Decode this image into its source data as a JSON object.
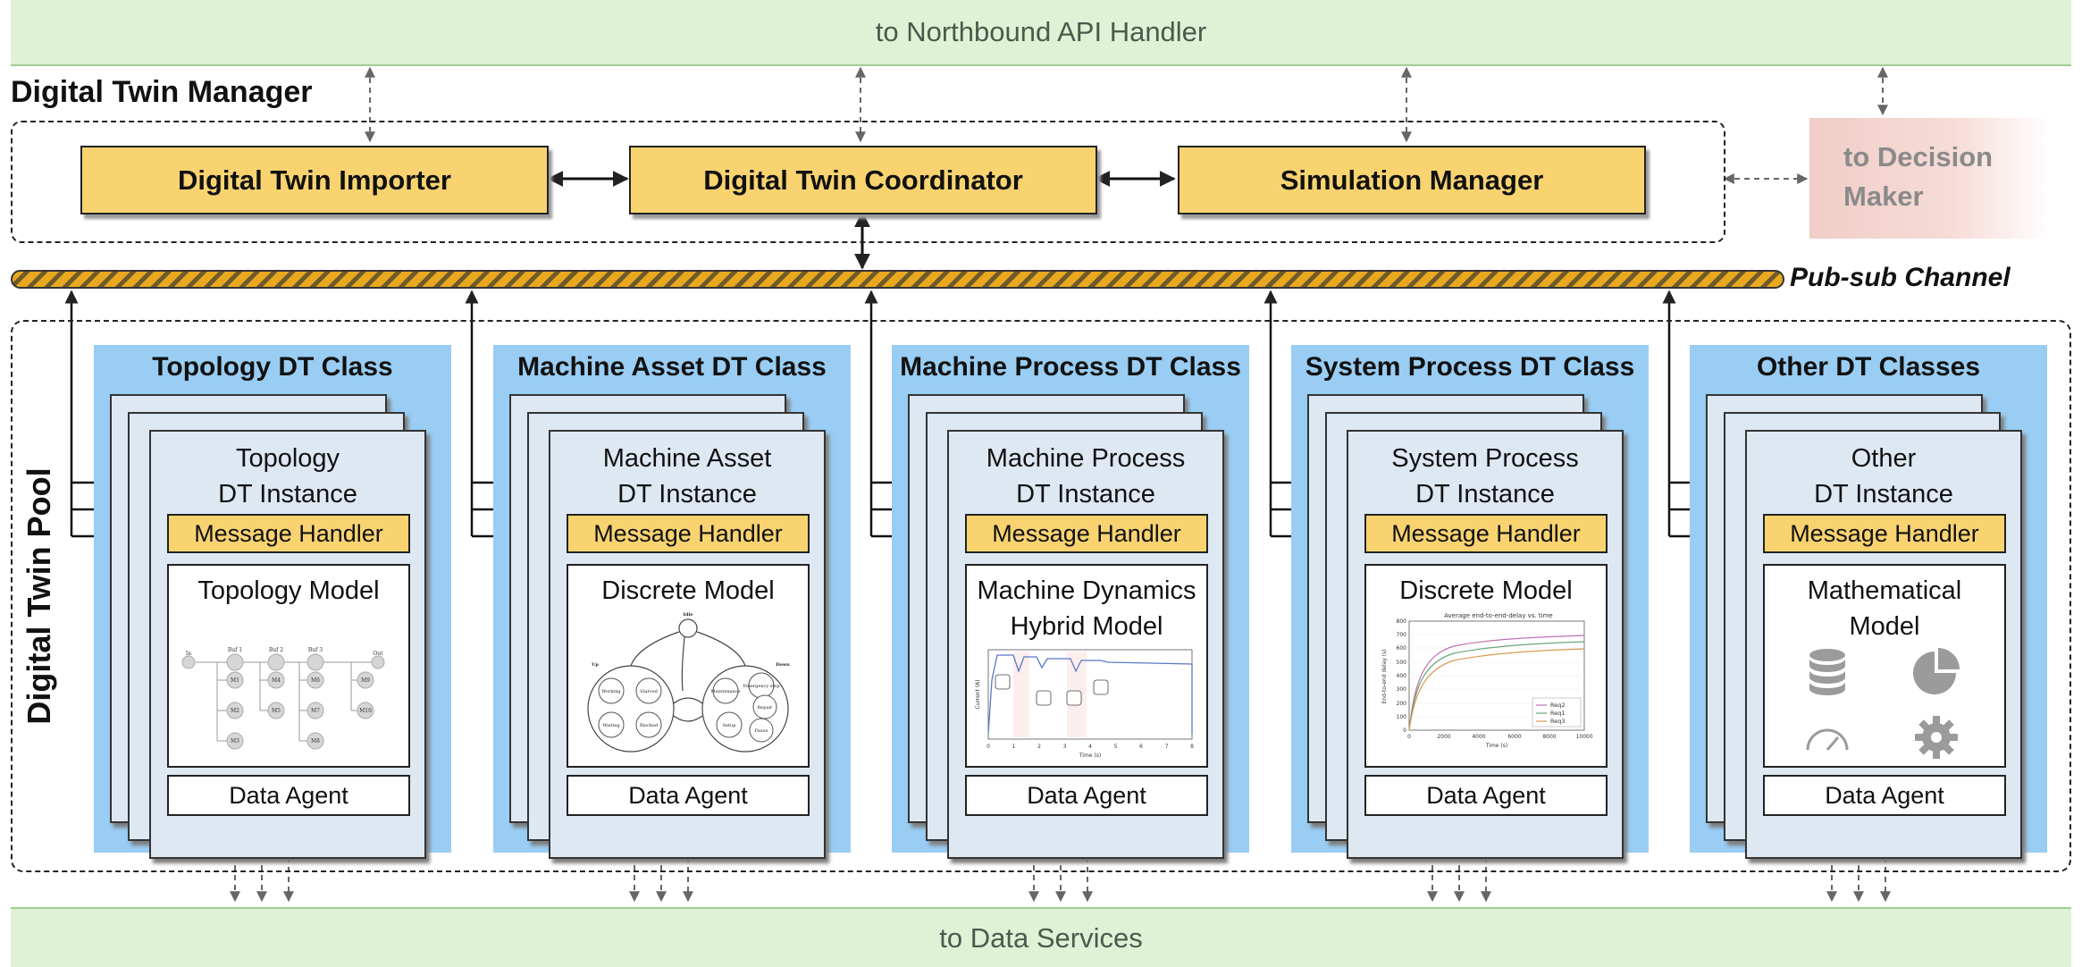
{
  "bands": {
    "top": "to Northbound API Handler",
    "bottom": "to Data Services"
  },
  "manager": {
    "title": "Digital Twin Manager",
    "importer": "Digital Twin Importer",
    "coordinator": "Digital Twin Coordinator",
    "simulation": "Simulation Manager"
  },
  "decision_maker": "to Decision Maker",
  "pubsub": "Pub-sub Channel",
  "pool": {
    "title": "Digital Twin Pool",
    "classes": [
      {
        "title": "Topology DT Class",
        "instance": "Topology DT Instance",
        "message": "Message Handler",
        "model": "Topology Model",
        "agent": "Data Agent",
        "figure": {
          "nodes": [
            "In",
            "Buf 1",
            "Buf 2",
            "Buf 3",
            "Out",
            "M1",
            "M2",
            "M3",
            "M4",
            "M5",
            "M6",
            "M7",
            "M8",
            "M9",
            "M10"
          ]
        }
      },
      {
        "title": "Machine Asset DT Class",
        "instance": "Machine Asset DT Instance",
        "message": "Message Handler",
        "model": "Discrete Model",
        "agent": "Data Agent",
        "figure": {
          "states": [
            "Idle",
            "Up",
            "Down",
            "Working",
            "Starved",
            "Waiting",
            "Blocked",
            "Maintenance",
            "Emergency stop",
            "Repair",
            "Setup",
            "Pause"
          ]
        }
      },
      {
        "title": "Machine Process DT Class",
        "instance": "Machine Process DT Instance",
        "message": "Message Handler",
        "model": "Machine Dynamics Hybrid Model",
        "agent": "Data Agent",
        "figure": {
          "xlabel": "Time (s)",
          "ylabel": "Current (A)",
          "xticks": [
            "0",
            "1",
            "2",
            "3",
            "4",
            "5",
            "6",
            "7",
            "8"
          ]
        }
      },
      {
        "title": "System Process DT Class",
        "instance": "System Process DT Instance",
        "message": "Message Handler",
        "model": "Discrete Model",
        "agent": "Data Agent",
        "figure": {
          "title": "Average end-to-end-delay vs. time",
          "xlabel": "Time (s)",
          "ylabel": "End-to-end delay (s)",
          "xticks": [
            "0",
            "2000",
            "4000",
            "6000",
            "8000",
            "10000"
          ],
          "yticks": [
            "0",
            "100",
            "200",
            "300",
            "400",
            "500",
            "600",
            "700",
            "800"
          ],
          "legend": [
            "Req2",
            "Req1",
            "Req3"
          ]
        }
      },
      {
        "title": "Other DT Classes",
        "instance": "Other DT Instance",
        "message": "Message Handler",
        "model": "Mathematical Model",
        "agent": "Data Agent",
        "figure": {
          "icons": [
            "database-icon",
            "pie-chart-icon",
            "gauge-icon",
            "gear-icon"
          ]
        }
      }
    ]
  },
  "colors": {
    "band": "#dff2d6",
    "component": "#f8d370",
    "class_bg": "#99cdf3",
    "instance_bg": "#dde8f3",
    "decision": "#f1cdc7"
  }
}
